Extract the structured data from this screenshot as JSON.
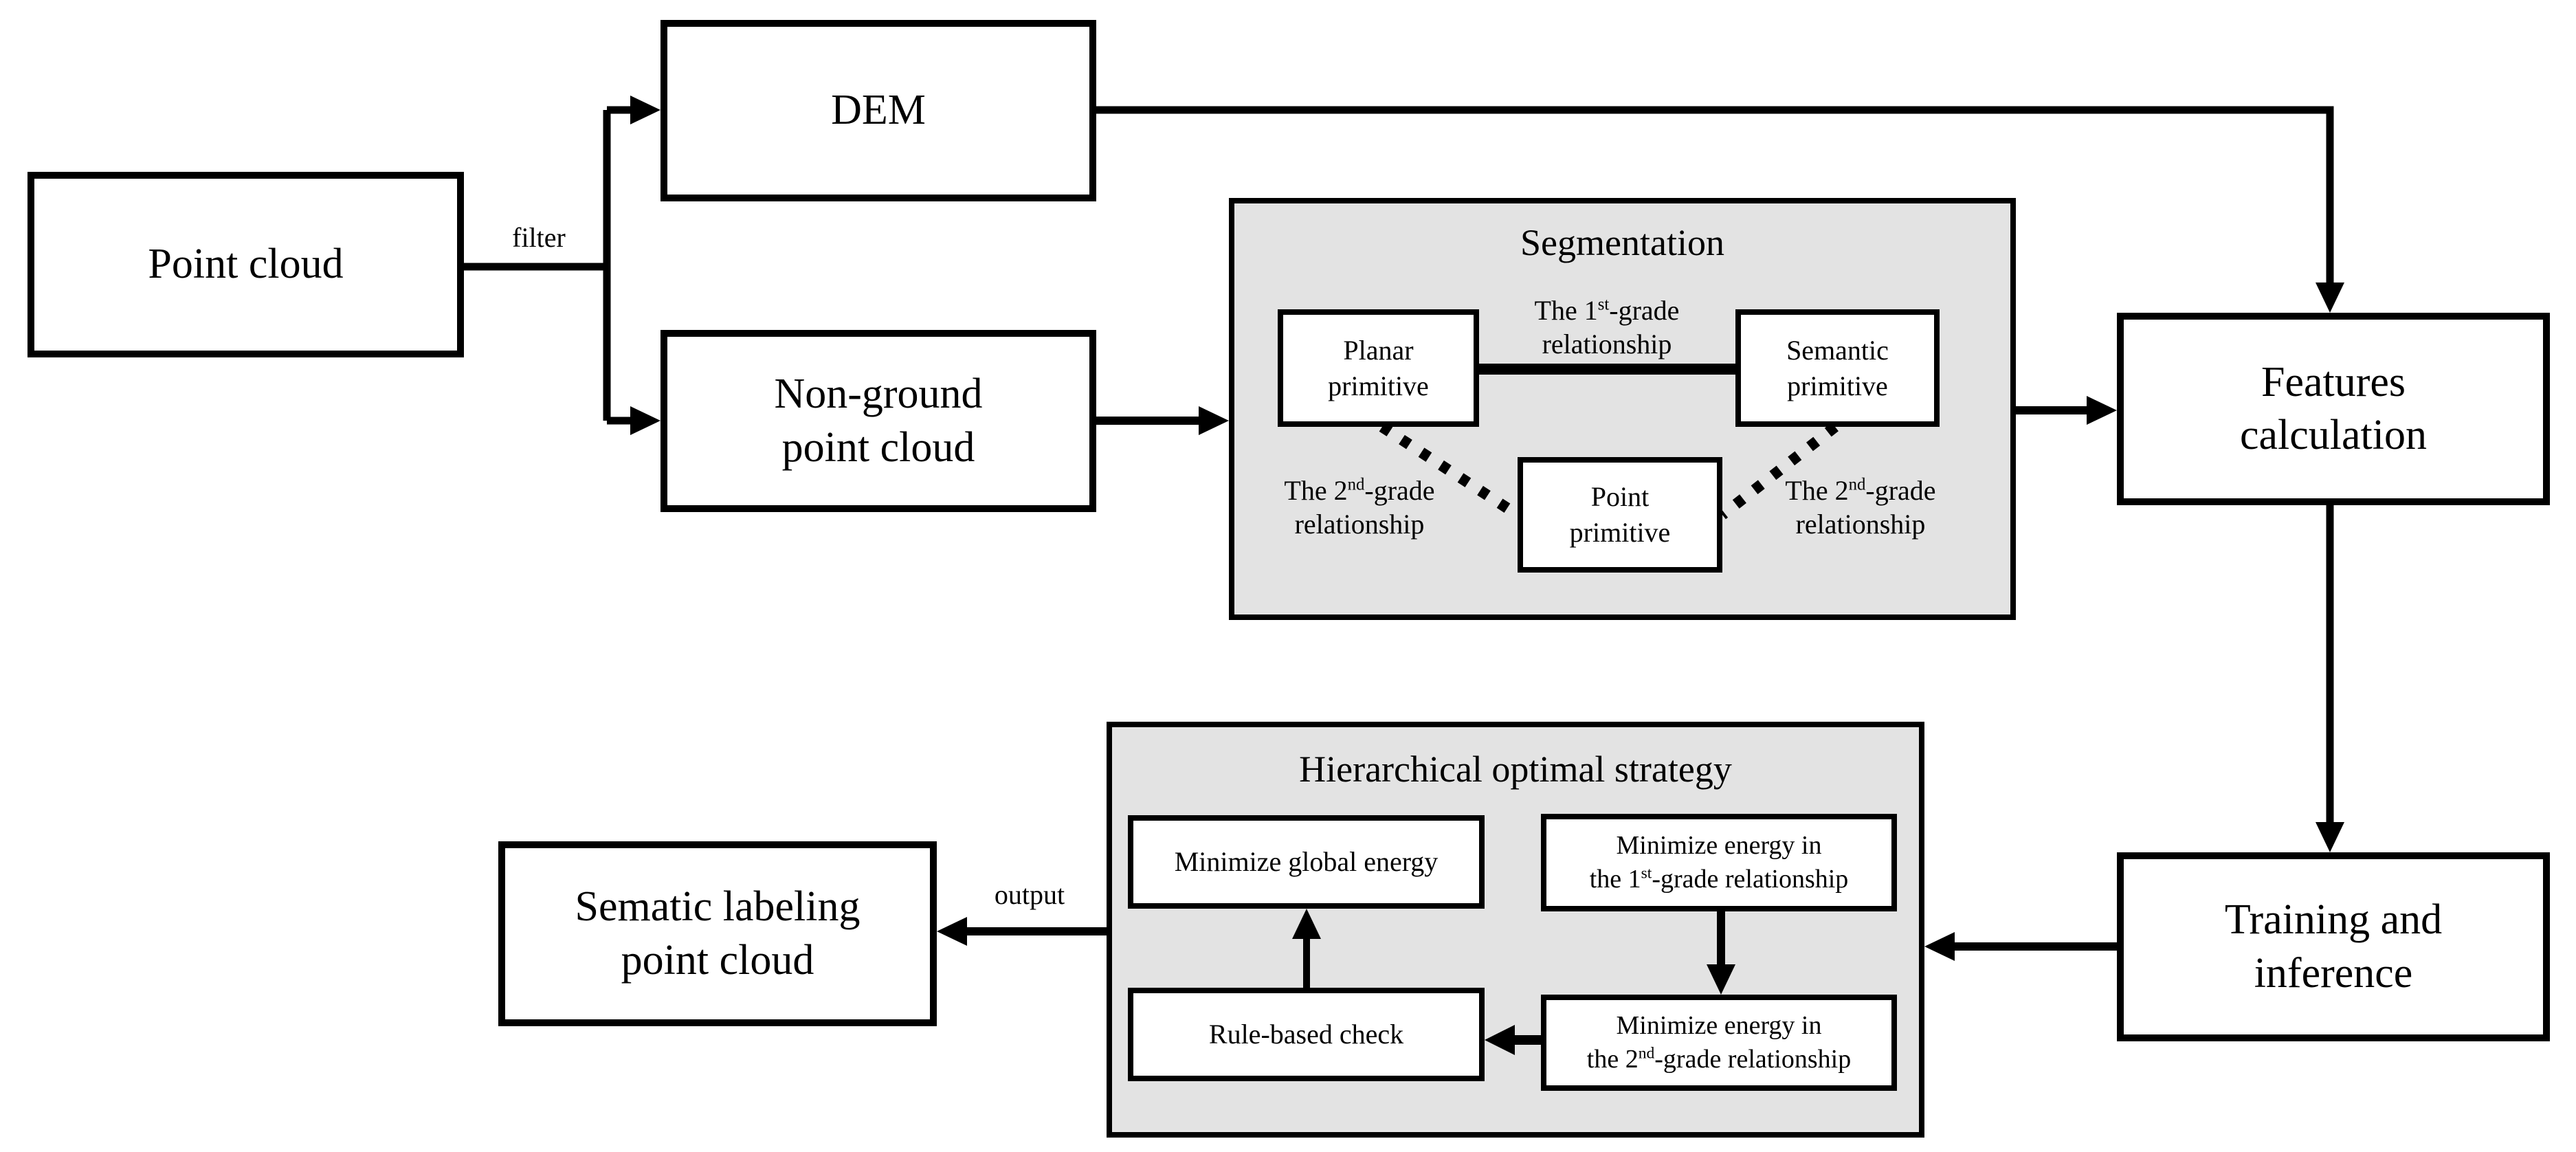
{
  "colors": {
    "panel_bg": "#e3e3e3",
    "stroke": "#000000",
    "node_bg": "#ffffff"
  },
  "nodes": {
    "point_cloud": {
      "label": "Point cloud"
    },
    "dem": {
      "label": "DEM"
    },
    "non_ground": {
      "line1": "Non-ground",
      "line2": "point cloud"
    },
    "features": {
      "line1": "Features",
      "line2": "calculation"
    },
    "training": {
      "line1": "Training and",
      "line2": "inference"
    },
    "sematic": {
      "line1": "Sematic labeling",
      "line2": "point cloud"
    }
  },
  "edge_labels": {
    "filter": "filter",
    "output": "output"
  },
  "segmentation": {
    "title": "Segmentation",
    "planar": {
      "line1": "Planar",
      "line2": "primitive"
    },
    "semantic": {
      "line1": "Semantic",
      "line2": "primitive"
    },
    "point": {
      "line1": "Point",
      "line2": "primitive"
    },
    "grade1": {
      "pre": "The 1",
      "sup": "st",
      "post": "-grade",
      "line2": "relationship"
    },
    "grade2_left": {
      "pre": "The 2",
      "sup": "nd",
      "post": "-grade",
      "line2": "relationship"
    },
    "grade2_right": {
      "pre": "The 2",
      "sup": "nd",
      "post": "-grade",
      "line2": "relationship"
    }
  },
  "hierarchical": {
    "title": "Hierarchical optimal strategy",
    "min_global": "Minimize global energy",
    "min_first": {
      "line1": "Minimize energy in",
      "pre": "the 1",
      "sup": "st",
      "post": "-grade relationship"
    },
    "rule_check": "Rule-based check",
    "min_second": {
      "line1": "Minimize energy in",
      "pre": "the 2",
      "sup": "nd",
      "post": "-grade relationship"
    }
  }
}
